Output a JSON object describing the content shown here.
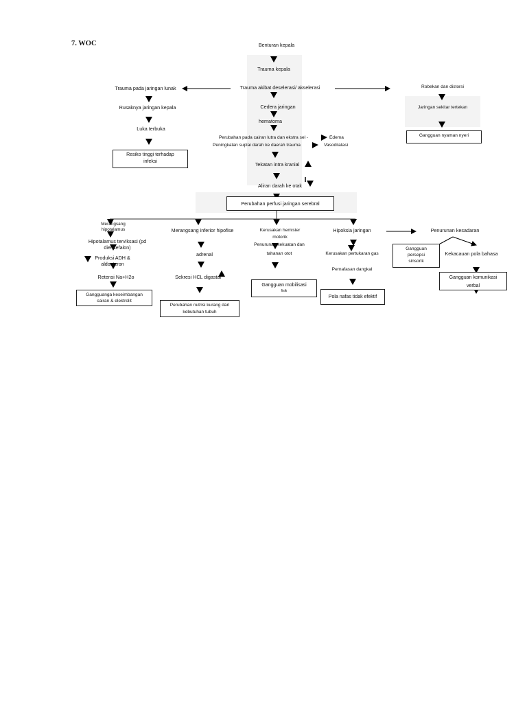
{
  "heading": "7. WOC",
  "center": {
    "benturan": "Benturan kepala",
    "trauma_kepala": "Trauma kepala",
    "trauma_akibat": "Trauma akibat deselerasi/ akselerasi",
    "cedera": "Cedera jaringan",
    "hematoma": "hematoma",
    "perubahan_cairan": "Perubahan pada cairan lutra dan ekstra sel -",
    "edema": "Edema",
    "peningkatan_suplai": "Peningkatan suplai darah ke daerah trauma",
    "vasodilatasi": "Vasodilatasi",
    "tekanan": "Tekatan intra kranial",
    "aliran": "Aliran darah ke otak",
    "perfusi": "Perubahan perfusi jaringan serebral"
  },
  "left": {
    "trauma_lunak": "Trauma pada jaringan lunak",
    "rusaknya": "Rusaknya jaringan kepala",
    "luka": "Luka terbuka",
    "resiko_1": "Resiko tinggi terhadap",
    "resiko_2": "infeksi"
  },
  "right": {
    "robekan": "Robekan dan distorsi",
    "jaringan_tertekan": "Jaringan sekitar tertekan",
    "nyeri": "Gangguan nyaman nyeri"
  },
  "branch1": {
    "merangsang_1": "Merangsang",
    "merangsang_2": "hipotalamus",
    "hipotalamus_1": "Hipotalamus terviksasi (pd",
    "hipotalamus_2": "diensefalon)",
    "produksi_1": "Produksi ADH &",
    "produksi_2": "aldosteron",
    "retensi": "Retensi Na+H2o",
    "gangguan_1": "Gangguanga keseimbangan",
    "gangguan_2": "cairan & elektrolit"
  },
  "branch2": {
    "merangsang": "Merangsang inferior hipofise",
    "adrenal": "adrenal",
    "sekresi": "Sekresi HCL digastar",
    "nutrisi_1": "Perubahan nutrisi kurang dari",
    "nutrisi_2": "kebutuhan tubuh"
  },
  "branch3": {
    "kerusakan_1": "Kerusakan hemister",
    "kerusakan_2": "motorik",
    "penurunan_1": "Penurunan kekuatan dan",
    "penurunan_2": "tahanan otot",
    "mobilisasi_1": "Gangguan mobilisasi",
    "mobilisasi_2": "fisik"
  },
  "branch4": {
    "hipoksia": "Hipoksia jaringan",
    "kerusakan": "Kerusakan pertukaran gas",
    "pernafasan": "Pernafasan dangkal",
    "pola": "Pola nafas tidak efektif"
  },
  "branch5": {
    "penurunan": "Penurunan kesadaran",
    "persepsi_1": "Gangguan",
    "persepsi_2": "persepsi",
    "persepsi_3": "sinsorik",
    "kekacauan": "Kekacauan pola bahasa",
    "komunikasi_1": "Gangguan komunikasi",
    "komunikasi_2": "verbal"
  }
}
